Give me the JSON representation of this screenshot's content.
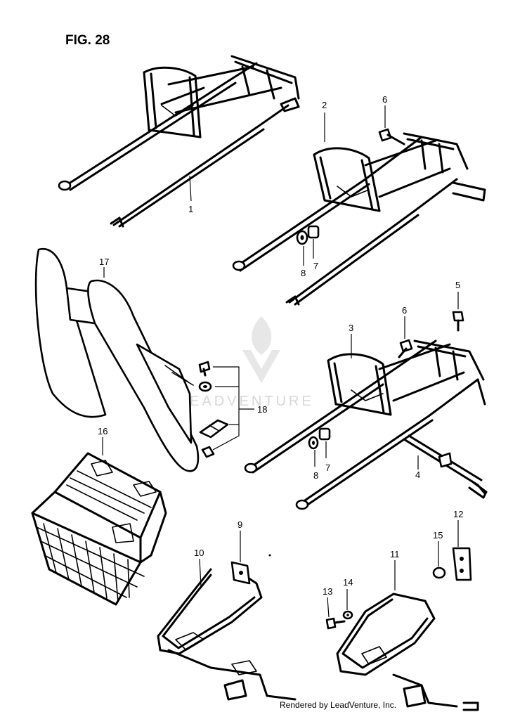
{
  "figure_label": "FIG. 28",
  "watermark_text": "LEADVENTURE",
  "footer_text": "Rendered by LeadVenture, Inc.",
  "callouts": {
    "c1": "1",
    "c2": "2",
    "c3": "3",
    "c4": "4",
    "c5": "5",
    "c6a": "6",
    "c6b": "6",
    "c7a": "7",
    "c7b": "7",
    "c8a": "8",
    "c8b": "8",
    "c9": "9",
    "c10": "10",
    "c11": "11",
    "c12": "12",
    "c13": "13",
    "c14": "14",
    "c15": "15",
    "c16": "16",
    "c17": "17",
    "c18": "18"
  },
  "colors": {
    "line": "#000000",
    "background": "#ffffff",
    "watermark": "#d8d8d8"
  }
}
